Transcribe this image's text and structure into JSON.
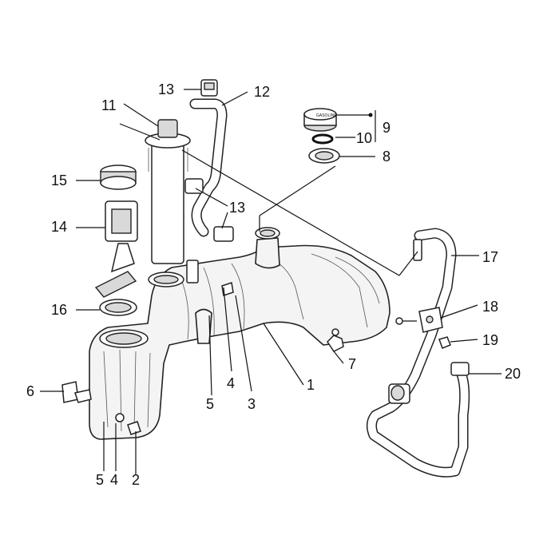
{
  "callouts": {
    "c1": "1",
    "c2": "2",
    "c3": "3",
    "c4a": "4",
    "c4b": "4",
    "c5a": "5",
    "c5b": "5",
    "c6": "6",
    "c7": "7",
    "c8": "8",
    "c9": "9",
    "c10": "10",
    "c11": "11",
    "c12": "12",
    "c13a": "13",
    "c13b": "13",
    "c14": "14",
    "c15": "15",
    "c16": "16",
    "c17": "17",
    "c18": "18",
    "c19": "19",
    "c20": "20"
  },
  "cap_text": "GASOLINE"
}
